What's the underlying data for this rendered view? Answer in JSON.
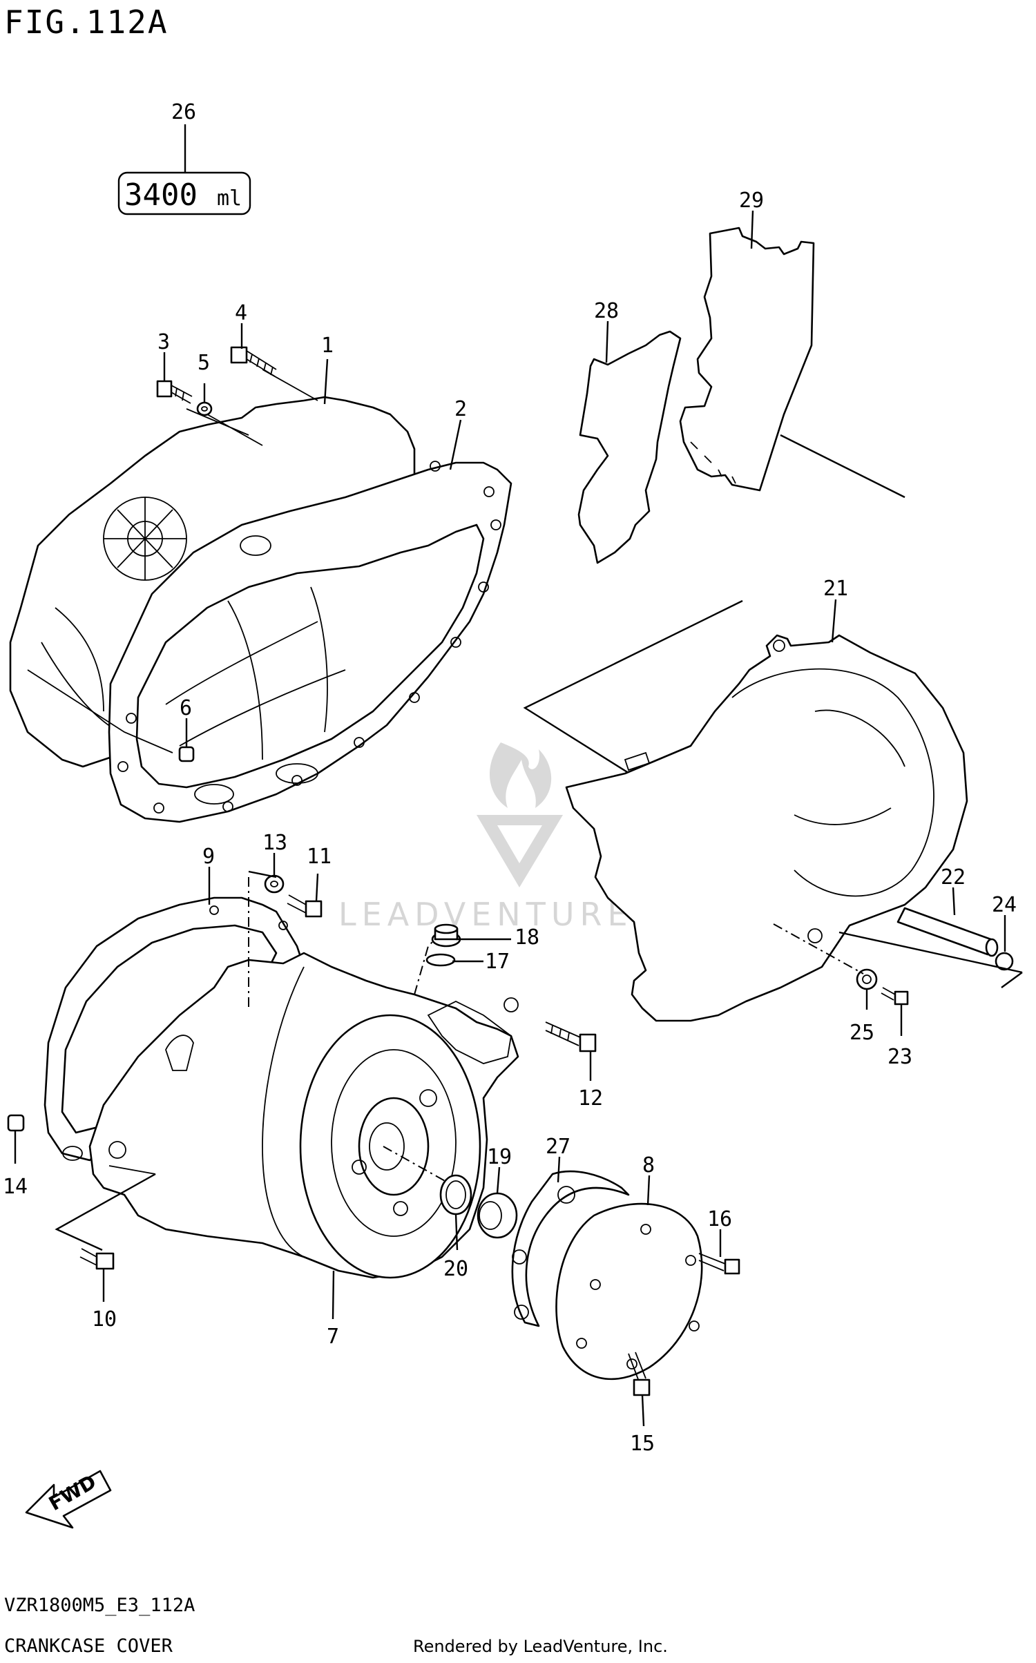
{
  "figure": {
    "title": "FIG.112A"
  },
  "capacity_label": {
    "value": "3400",
    "unit": "ml"
  },
  "callouts": [
    {
      "id": "26",
      "label": "26"
    },
    {
      "id": "29",
      "label": "29"
    },
    {
      "id": "28",
      "label": "28"
    },
    {
      "id": "4",
      "label": "4"
    },
    {
      "id": "3",
      "label": "3"
    },
    {
      "id": "5",
      "label": "5"
    },
    {
      "id": "1",
      "label": "1"
    },
    {
      "id": "2",
      "label": "2"
    },
    {
      "id": "21",
      "label": "21"
    },
    {
      "id": "6",
      "label": "6"
    },
    {
      "id": "13",
      "label": "13"
    },
    {
      "id": "11",
      "label": "11"
    },
    {
      "id": "9",
      "label": "9"
    },
    {
      "id": "18",
      "label": "18"
    },
    {
      "id": "17",
      "label": "17"
    },
    {
      "id": "22",
      "label": "22"
    },
    {
      "id": "24",
      "label": "24"
    },
    {
      "id": "25",
      "label": "25"
    },
    {
      "id": "23",
      "label": "23"
    },
    {
      "id": "12",
      "label": "12"
    },
    {
      "id": "14",
      "label": "14"
    },
    {
      "id": "27",
      "label": "27"
    },
    {
      "id": "19",
      "label": "19"
    },
    {
      "id": "8",
      "label": "8"
    },
    {
      "id": "16",
      "label": "16"
    },
    {
      "id": "20",
      "label": "20"
    },
    {
      "id": "10",
      "label": "10"
    },
    {
      "id": "7",
      "label": "7"
    },
    {
      "id": "15",
      "label": "15"
    }
  ],
  "fwd_arrow": {
    "label": "FWD"
  },
  "watermark": {
    "text": "LEADVENTURE"
  },
  "footer": {
    "model_code": "VZR1800M5_E3_112A",
    "section_name": "CRANKCASE COVER",
    "credit": "Rendered by LeadVenture, Inc."
  }
}
